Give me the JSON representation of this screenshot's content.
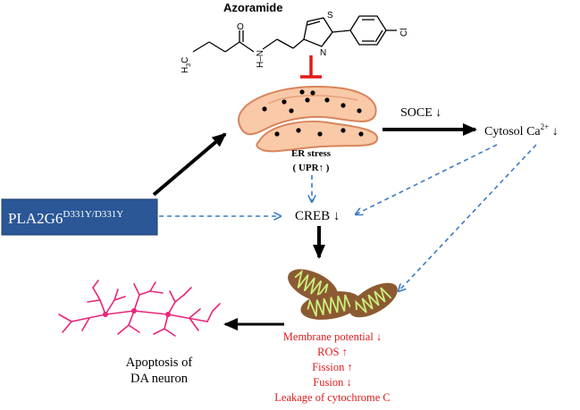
{
  "compound": {
    "name": "Azoramide",
    "atoms": {
      "ch3_h": "H",
      "ch3_c": "C",
      "ch3_sub": "3",
      "nh": "H–N",
      "o": "O",
      "s": "S",
      "n": "N",
      "cl": "Cl"
    }
  },
  "er": {
    "label": "ER stress",
    "upr_label": "( UPR↑ )"
  },
  "mutant": {
    "gene": "PLA2G6",
    "variant": "D331Y/D331Y",
    "box_color": "#2b5797"
  },
  "nodes": {
    "soce": "SOCE ↓",
    "cytosol": "Cytosol Ca",
    "cytosol_sup": "2+",
    "cytosol_arrow": " ↓",
    "creb": "CREB ↓",
    "apoptosis_line1": "Apoptosis of",
    "apoptosis_line2": "DA neuron"
  },
  "mito_effects": [
    "Membrane  potential ↓",
    "ROS ↑",
    "Fission ↑",
    "Fusion ↓",
    "Leakage  of cytochrome C"
  ],
  "colors": {
    "solid_arrow": "#000000",
    "dashed_arrow": "#3a7bc4",
    "inhibit": "#e01b1b",
    "er_fill": "#f9c9a8",
    "er_stroke": "#d9845a",
    "mito_fill": "#8c5a32",
    "mito_crista": "#c8f07a",
    "neuron": "#e8257a",
    "effects_text": "#e01b1b"
  }
}
